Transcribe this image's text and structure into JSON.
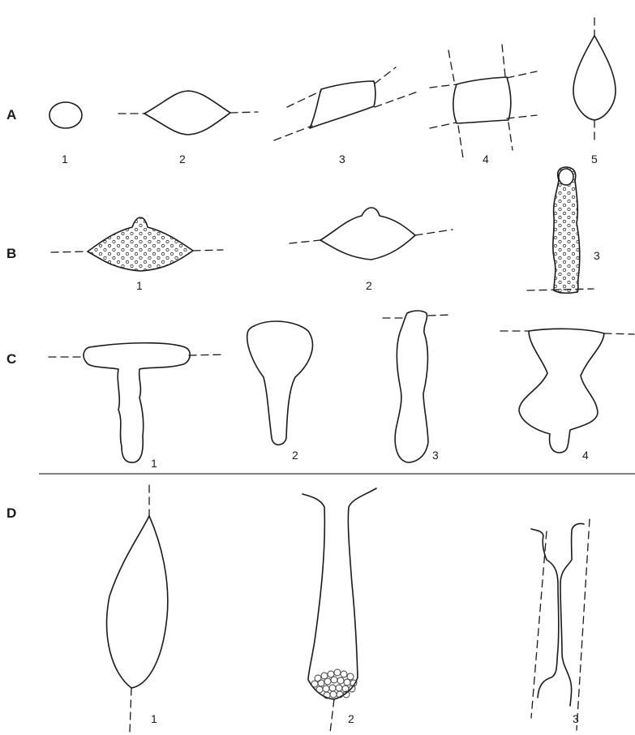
{
  "rows": [
    {
      "id": "A",
      "label": "A",
      "items": [
        "1",
        "2",
        "3",
        "4",
        "5"
      ]
    },
    {
      "id": "B",
      "label": "B",
      "items": [
        "1",
        "2",
        "3"
      ]
    },
    {
      "id": "C",
      "label": "C",
      "items": [
        "1",
        "2",
        "3",
        "4"
      ]
    },
    {
      "id": "D",
      "label": "D",
      "items": [
        "1",
        "2",
        "3"
      ]
    }
  ]
}
